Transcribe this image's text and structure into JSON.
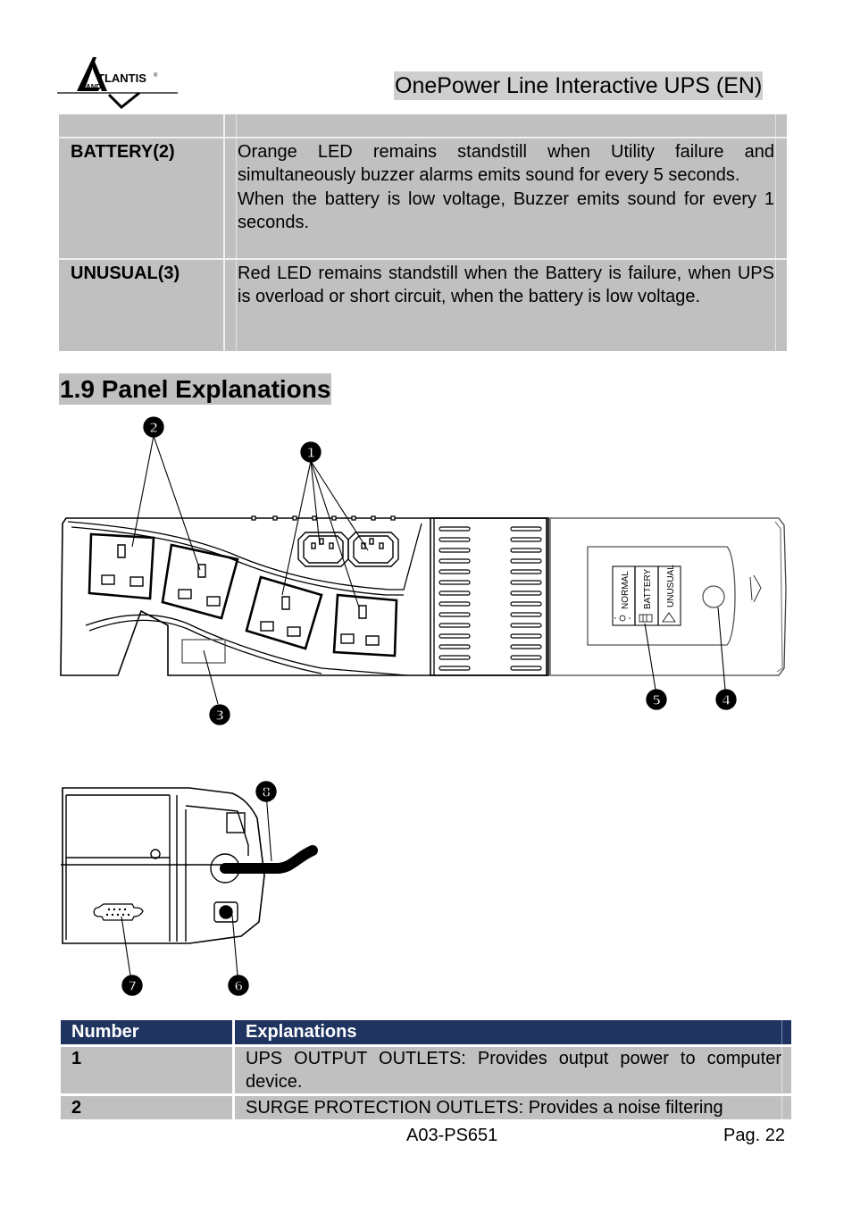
{
  "header": {
    "brand": "ATLANTIS LAND",
    "title": "OnePower Line Interactive UPS (EN)"
  },
  "led_table": {
    "rows": [
      {
        "label": "BATTERY(2)",
        "description_lines": [
          "Orange LED remains standstill when Utility failure and simultaneously buzzer alarms emits sound for every 5 seconds.",
          "When the battery is low voltage, Buzzer emits sound for every 1 seconds."
        ]
      },
      {
        "label": "UNUSUAL(3)",
        "description_lines": [
          "Red LED remains standstill when the Battery is failure, when UPS is overload or short circuit, when the battery is low voltage."
        ]
      }
    ]
  },
  "section": {
    "heading": "1.9 Panel Explanations"
  },
  "front_panel_figure": {
    "callouts": [
      "1",
      "2",
      "3",
      "4",
      "5"
    ],
    "led_labels": [
      "NORMAL",
      "BATTERY",
      "UNUSUAL"
    ],
    "icons": [
      "light-bulb-icon",
      "battery-icon",
      "warning-triangle-icon"
    ]
  },
  "rear_panel_figure": {
    "callouts": [
      "6",
      "7",
      "8"
    ]
  },
  "panel_table": {
    "headers": [
      "Number",
      "Explanations"
    ],
    "rows": [
      {
        "number": "1",
        "explanation": "UPS OUTPUT OUTLETS: Provides output power to computer device."
      },
      {
        "number": "2",
        "explanation": "SURGE PROTECTION OUTLETS: Provides a noise filtering"
      }
    ]
  },
  "footer": {
    "model": "A03-PS651",
    "page": "Pag. 22"
  },
  "colors": {
    "table_gray": "#c0c0c0",
    "header_navy": "#1f3461",
    "title_highlight": "#cfcfcf"
  }
}
